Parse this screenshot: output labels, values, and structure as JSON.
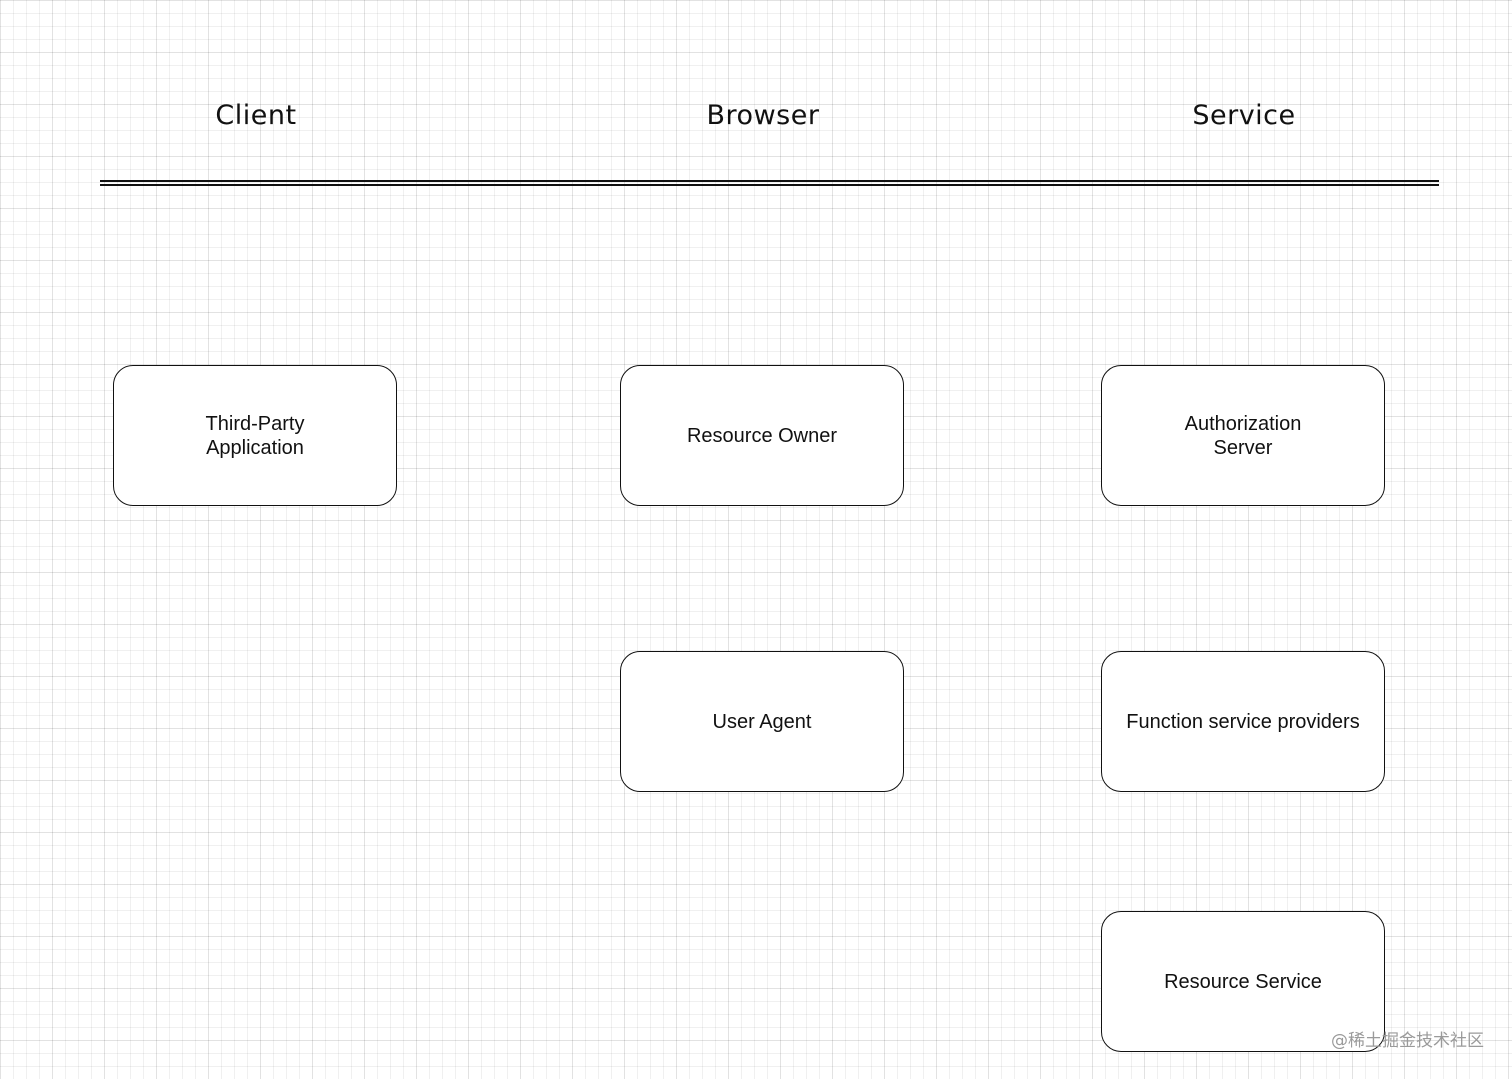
{
  "lanes": {
    "client": "Client",
    "browser": "Browser",
    "service": "Service"
  },
  "nodes": {
    "third_party_application": "Third-Party\nApplication",
    "resource_owner": "Resource Owner",
    "authorization_server": "Authorization\nServer",
    "user_agent": "User Agent",
    "function_service_providers": "Function service providers",
    "resource_service": "Resource Service"
  },
  "watermark": "@稀土掘金技术社区",
  "colors": {
    "stroke": "#111111",
    "grid": "#e6e6e6",
    "background": "#ffffff",
    "watermark": "#9a9a9a"
  }
}
